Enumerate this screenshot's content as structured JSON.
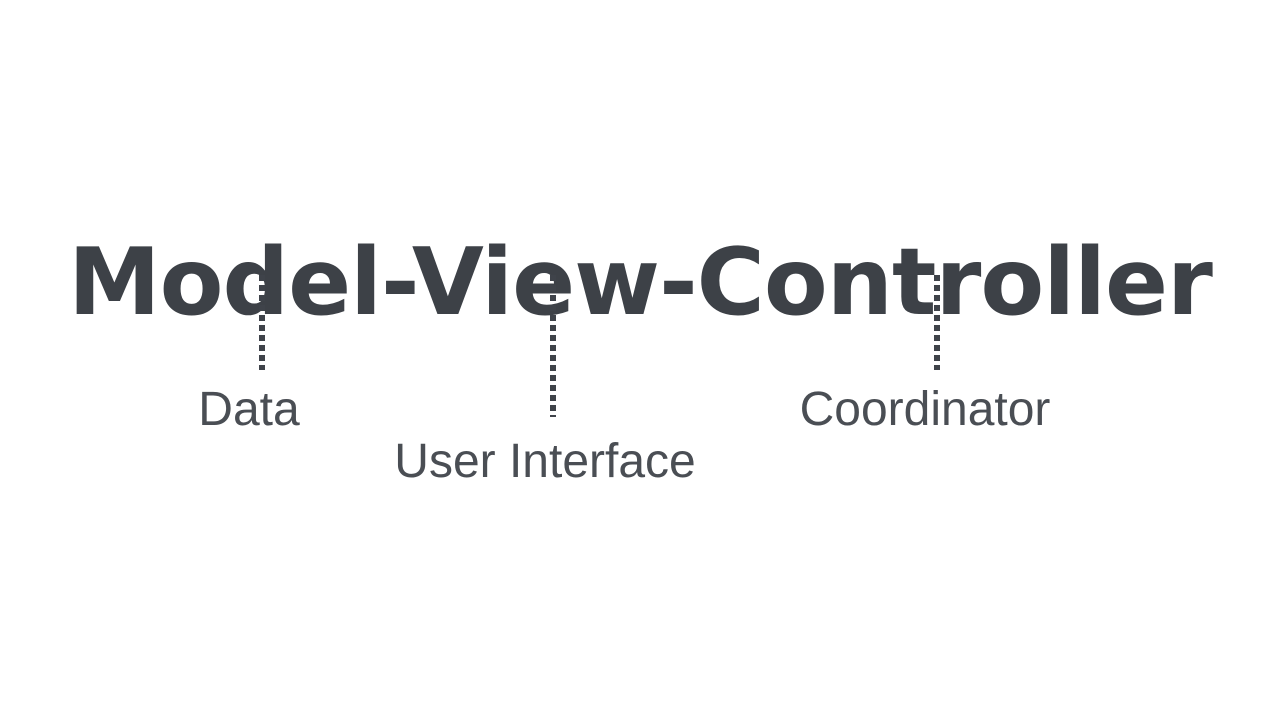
{
  "diagram": {
    "title": "Model-View-Controller",
    "annotations": [
      {
        "component": "Model",
        "label": "Data"
      },
      {
        "component": "View",
        "label": "User Interface"
      },
      {
        "component": "Controller",
        "label": "Coordinator"
      }
    ]
  },
  "colors": {
    "background": "#ffffff",
    "title_text": "#3d4147",
    "label_text": "#4a4e54",
    "connector": "#3f434a"
  }
}
